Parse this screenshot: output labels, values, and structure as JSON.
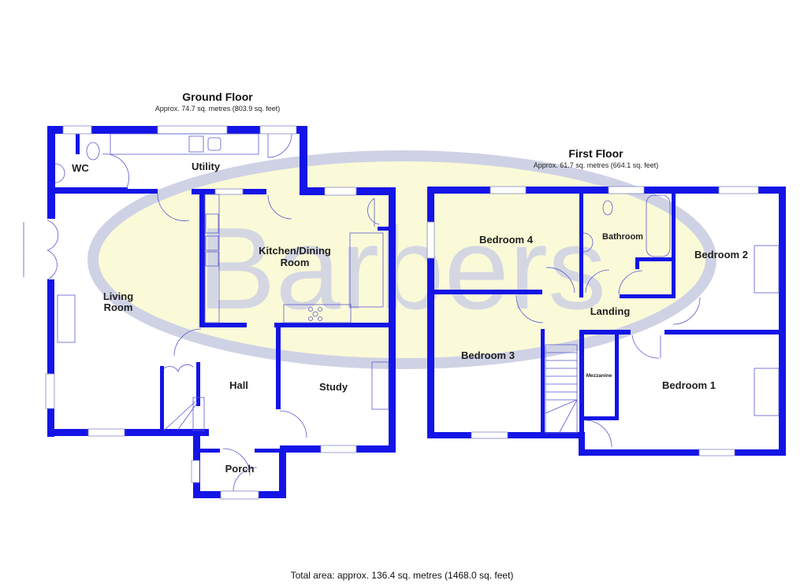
{
  "ground_floor": {
    "title": "Ground Floor",
    "area": "Approx. 74.7 sq. metres (803.9 sq. feet)",
    "rooms": {
      "wc": "WC",
      "utility": "Utility",
      "kitchen_line1": "Kitchen/Dining",
      "kitchen_line2": "Room",
      "living_line1": "Living",
      "living_line2": "Room",
      "hall": "Hall",
      "study": "Study",
      "porch": "Porch"
    }
  },
  "first_floor": {
    "title": "First Floor",
    "area": "Approx. 61.7 sq. metres (664.1 sq. feet)",
    "rooms": {
      "bedroom4": "Bedroom 4",
      "bathroom": "Bathroom",
      "bedroom2": "Bedroom 2",
      "landing": "Landing",
      "bedroom3": "Bedroom 3",
      "mezzanine": "Mezzanine",
      "bedroom1": "Bedroom 1"
    }
  },
  "footer": {
    "total_area": "Total area: approx. 136.4 sq. metres (1468.0 sq. feet)"
  },
  "watermark": {
    "text": "Barbers",
    "ellipse_fill": "#fbfad8",
    "ellipse_stroke": "#cfd2e4"
  },
  "colors": {
    "wall": "#1414e6",
    "fixture_line": "#5a5ad0",
    "background": "#ffffff"
  }
}
